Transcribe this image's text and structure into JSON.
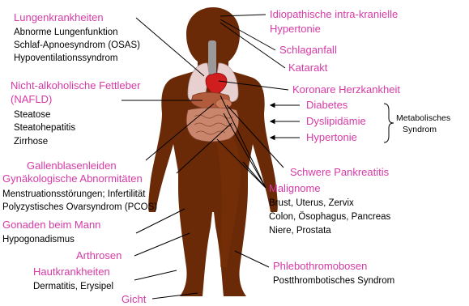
{
  "colors": {
    "title": "#d63aa6",
    "text": "#000000",
    "body_fill": "#6b2a07",
    "body_shade": "#7a3209",
    "organ_lung": "#e8d0d0",
    "organ_heart": "#d01e1e",
    "organ_liver": "#b25b3c",
    "organ_gut": "#c9866c"
  },
  "labels": {
    "lung_title": "Lungenkrankheiten",
    "lung_items": [
      "Abnorme Lungenfunktion",
      "Schlaf-Apnoesyndrom (OSAS)",
      "Hypoventilationssyndrom"
    ],
    "nafld_title_1": "Nicht-alkoholische Fettleber",
    "nafld_title_2": "(NAFLD)",
    "nafld_items": [
      "Steatose",
      "Steatohepatitis",
      "Zirrhose"
    ],
    "gall": "Gallenblasenleiden",
    "gyn_title": "Gynäkologische Abnormitäten",
    "gyn_items": [
      "Menstruationsstörungen; Infertilität",
      "Polyzystisches Ovarsyndrom (PCOS)"
    ],
    "gonad_title": "Gonaden beim Mann",
    "gonad_items": [
      "Hypogonadismus"
    ],
    "arthrosen": "Arthrosen",
    "skin_title": "Hautkrankheiten",
    "skin_items": [
      "Dermatitis, Erysipel"
    ],
    "gicht": "Gicht",
    "ih_1": "Idiopathische intra-kranielle",
    "ih_2": "Hypertonie",
    "schlaganfall": "Schlaganfall",
    "katarakt": "Katarakt",
    "koronar": "Koronare Herzkankheit",
    "diabetes": "Diabetes",
    "dyslipid": "Dyslipidämie",
    "hypertonie": "Hypertonie",
    "metab_1": "Metabolisches",
    "metab_2": "Syndrom",
    "pankreatitis": "Schwere Pankreatitis",
    "malig_title": "Malignome",
    "malig_items": [
      "Brust, Uterus, Zervix",
      "Colon, Ösophagus, Pancreas",
      "Niere, Prostata"
    ],
    "phlebo_title": "Phlebothromobosen",
    "phlebo_items": [
      "Postthrombotisches Syndrom"
    ]
  }
}
